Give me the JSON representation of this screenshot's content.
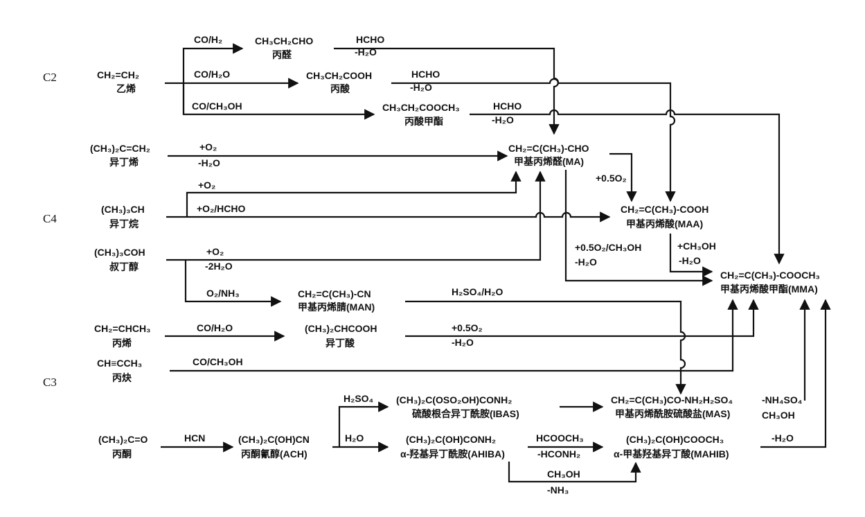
{
  "groups": {
    "c2": "C2",
    "c4": "C4",
    "c3": "C3"
  },
  "c2": {
    "ethylene": {
      "formula": "CH₂=CH₂",
      "name": "乙烯"
    },
    "propanal": {
      "formula": "CH₃CH₂CHO",
      "name": "丙醛"
    },
    "propionic_acid": {
      "formula": "CH₃CH₂COOH",
      "name": "丙酸"
    },
    "methyl_propionate": {
      "formula": "CH₃CH₂COOCH₃",
      "name": "丙酸甲酯"
    },
    "cond_co_h2": "CO/H₂",
    "cond_co_h2o": "CO/H₂O",
    "cond_co_ch3oh": "CO/CH₃OH",
    "hcho": "HCHO",
    "minus_h2o": "-H₂O"
  },
  "c4": {
    "isobutylene": {
      "formula": "(CH₃)₂C=CH₂",
      "name": "异丁烯"
    },
    "isobutane": {
      "formula": "(CH₃)₃CH",
      "name": "异丁烷"
    },
    "tbutanol": {
      "formula": "(CH₃)₃COH",
      "name": "叔丁醇"
    },
    "ma": {
      "formula": "CH₂=C(CH₃)-CHO",
      "name": "甲基丙烯醛(MA)"
    },
    "maa": {
      "formula": "CH₂=C(CH₃)-COOH",
      "name": "甲基丙烯酸(MAA)"
    },
    "mma": {
      "formula": "CH₂=C(CH₃)-COOCH₃",
      "name": "甲基丙烯酸甲酯(MMA)"
    },
    "man": {
      "formula": "CH₂=C(CH₃)-CN",
      "name": "甲基丙烯腈(MAN)"
    },
    "o2": "+O₂",
    "minus_h2o": "-H₂O",
    "o2_hcho": "+O₂/HCHO",
    "minus_2h2o": "-2H₂O",
    "o2_nh3": "O₂/NH₃",
    "half_o2": "+0.5O₂",
    "half_o2_ch3oh": "+0.5O₂/CH₃OH",
    "plus_ch3oh": "+CH₃OH",
    "h2so4_h2o": "H₂SO₄/H₂O"
  },
  "c3": {
    "propylene": {
      "formula": "CH₂=CHCH₃",
      "name": "丙烯"
    },
    "isobutyric": {
      "formula": "(CH₃)₂CHCOOH",
      "name": "异丁酸"
    },
    "propyne": {
      "formula": "CH≡CCH₃",
      "name": "丙炔"
    },
    "acetone": {
      "formula": "(CH₃)₂C=O",
      "name": "丙酮"
    },
    "ach": {
      "formula": "(CH₃)₂C(OH)CN",
      "name": "丙酮氰醇(ACH)"
    },
    "ibas": {
      "formula": "(CH₃)₂C(OSO₂OH)CONH₂",
      "name": "硫酸根合异丁酰胺(IBAS)"
    },
    "ahiba": {
      "formula": "(CH₃)₂C(OH)CONH₂",
      "name": "α-羟基异丁酰胺(AHIBA)"
    },
    "mas": {
      "formula": "CH₂=C(CH₃)CO-NH₂H₂SO₄",
      "name": "甲基丙烯酰胺硫酸盐(MAS)"
    },
    "mahib": {
      "formula": "(CH₃)₂C(OH)COOCH₃",
      "name": "α-甲基羟基异丁酸(MAHIB)"
    },
    "co_h2o": "CO/H₂O",
    "half_o2": "+0.5O₂",
    "minus_h2o": "-H₂O",
    "co_ch3oh": "CO/CH₃OH",
    "hcn": "HCN",
    "h2so4": "H₂SO₄",
    "h2o": "H₂O",
    "hcooch3": "HCOOCH₃",
    "minus_hconh2": "-HCONH₂",
    "ch3oh": "CH₃OH",
    "minus_nh3": "-NH₃",
    "minus_nh4so4": "-NH₄SO₄",
    "ch3oh_2": "CH₃OH",
    "minus_h2o_final": "-H₂O"
  }
}
